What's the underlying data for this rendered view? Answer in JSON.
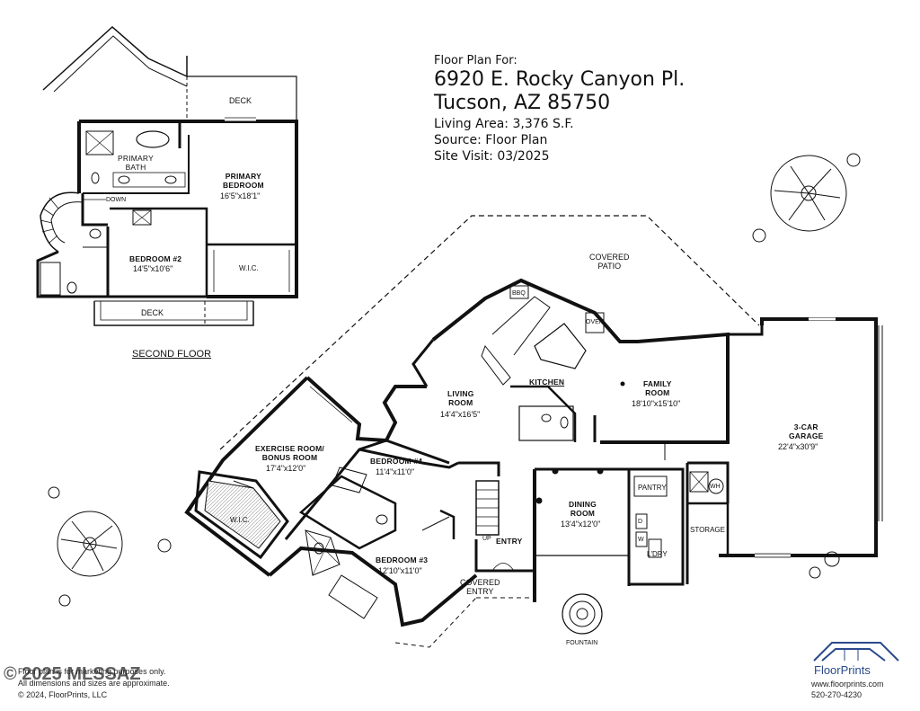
{
  "header": {
    "label": "Floor Plan For:",
    "address_line1": "6920 E. Rocky Canyon Pl.",
    "address_line2": "Tucson, AZ  85750",
    "living_area": "Living Area:  3,376 S.F.",
    "source": "Source:  Floor Plan",
    "site_visit": "Site Visit:  03/2025"
  },
  "second_floor": {
    "title": "SECOND FLOOR",
    "deck_top": "DECK",
    "deck_bottom": "DECK",
    "primary_bath": "PRIMARY\nBATH",
    "primary_bedroom": "PRIMARY\nBEDROOM",
    "primary_bedroom_dims": "16'5\"x18'1\"",
    "down": "DOWN",
    "bedroom2": "BEDROOM #2",
    "bedroom2_dims": "14'5\"x10'6\"",
    "wic": "W.I.C."
  },
  "first_floor": {
    "covered_patio": "COVERED\nPATIO",
    "bbq": "BBQ",
    "oven": "OVEN",
    "kitchen": "KITCHEN",
    "family_room": "FAMILY\nROOM",
    "family_room_dims": "18'10\"x15'10\"",
    "living_room": "LIVING\nROOM",
    "living_room_dims": "14'4\"x16'5\"",
    "garage": "3-CAR\nGARAGE",
    "garage_dims": "22'4\"x30'9\"",
    "exercise_room": "EXERCISE ROOM/\nBONUS ROOM",
    "exercise_room_dims": "17'4\"x12'0\"",
    "bedroom4": "BEDROOM #4",
    "bedroom4_dims": "11'4\"x11'0\"",
    "bedroom3": "BEDROOM #3",
    "bedroom3_dims": "12'10\"x11'0\"",
    "wic": "W.I.C.",
    "pantry": "PANTRY",
    "wh": "WH",
    "storage": "STORAGE",
    "laundry": "L'DRY",
    "d": "D",
    "w": "W",
    "dining_room": "DINING\nROOM",
    "dining_room_dims": "13'4\"x12'0\"",
    "up": "UP",
    "entry": "ENTRY",
    "covered_entry": "COVERED\nENTRY",
    "fountain": "FOUNTAIN"
  },
  "footer": {
    "disclaimer_line1": "Floor plan is for marketing purposes only.",
    "disclaimer_line2": "All dimensions and sizes are approximate.",
    "copyright": "© 2024, FloorPrints, LLC",
    "watermark": "© 2025 MLSSAZ",
    "brand": "FloorPrints",
    "website": "www.floorprints.com",
    "phone": "520-270-4230"
  },
  "colors": {
    "wall": "#111111",
    "line": "#333333",
    "brand": "#2a4a8a"
  }
}
